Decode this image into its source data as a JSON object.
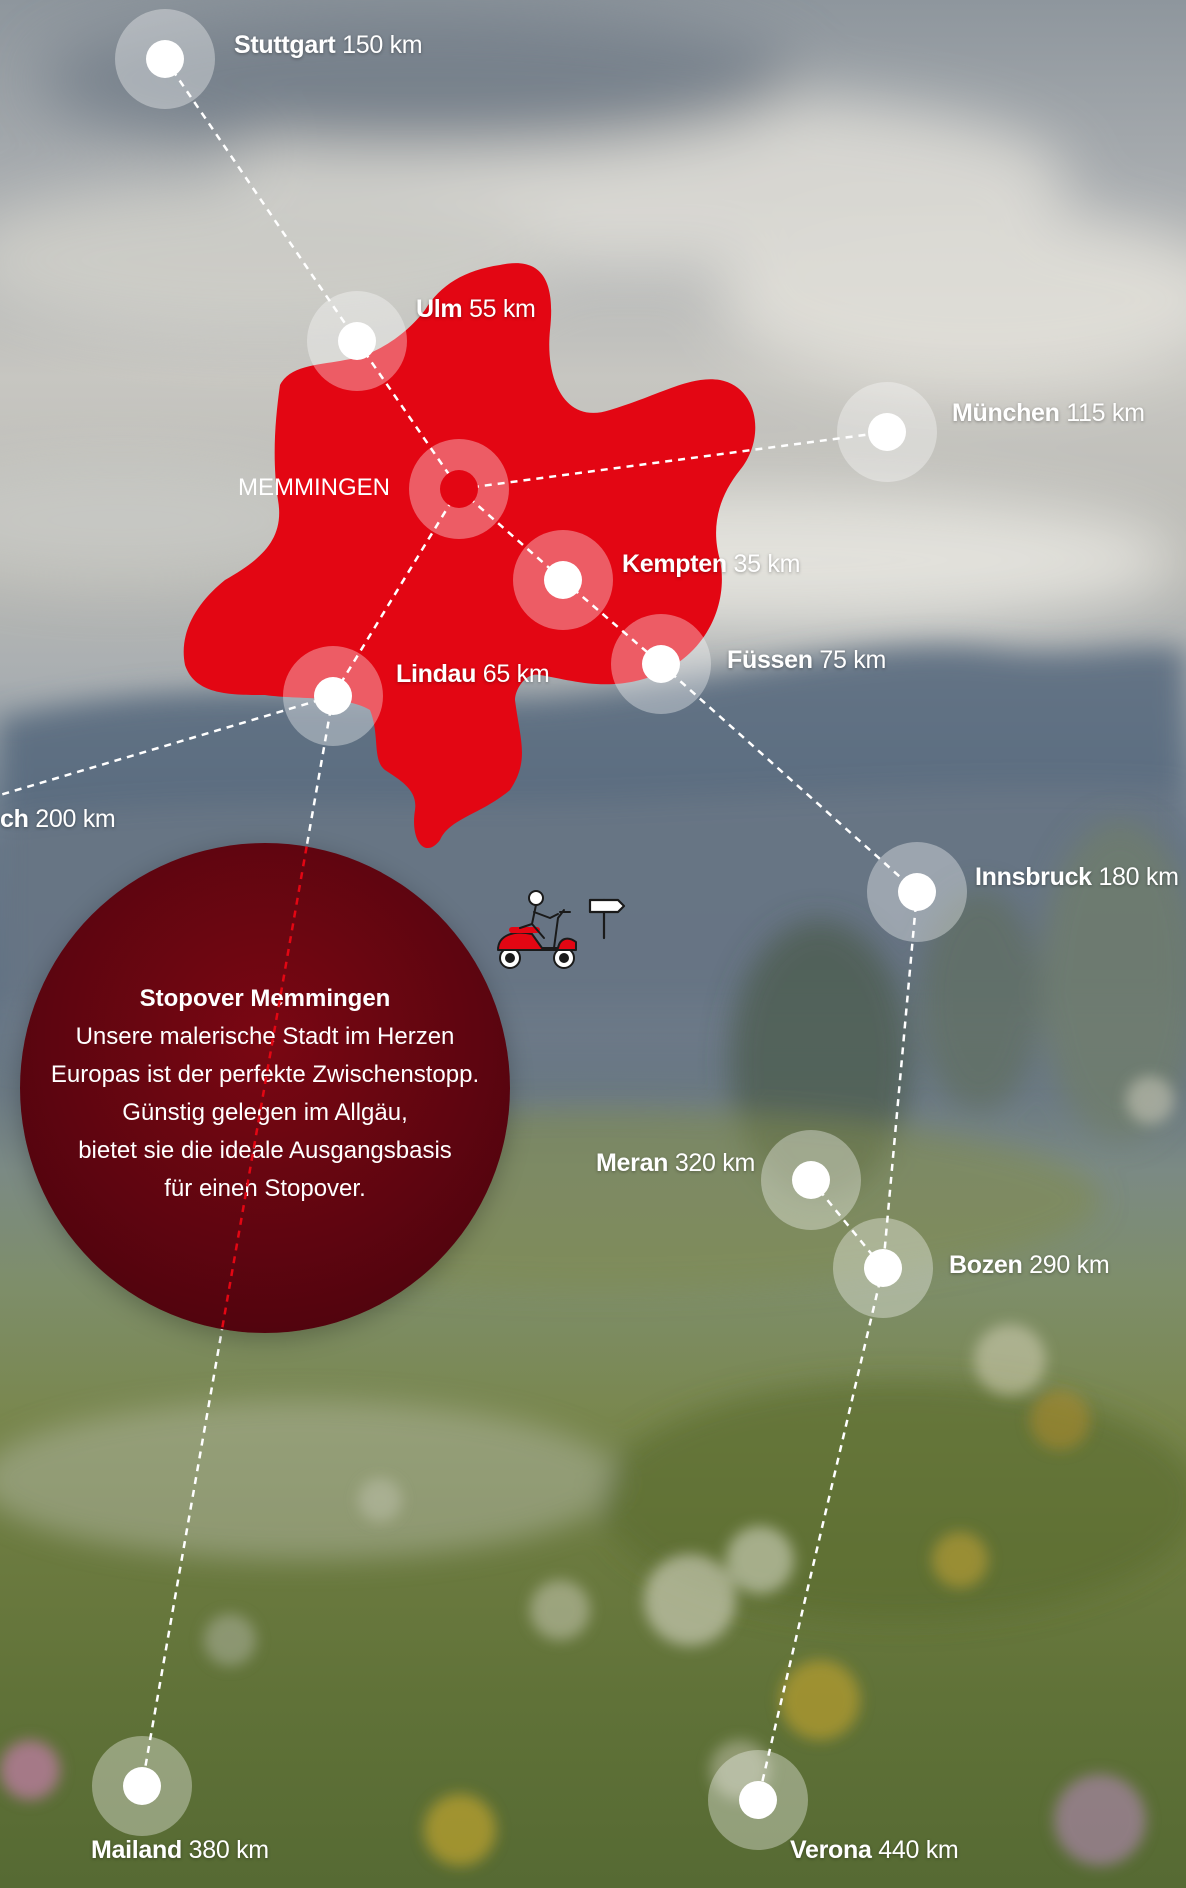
{
  "home": {
    "label": "MEMMINGEN"
  },
  "destinations": [
    {
      "id": "stuttgart",
      "name": "Stuttgart",
      "distance": "150 km"
    },
    {
      "id": "ulm",
      "name": "Ulm",
      "distance": "55 km"
    },
    {
      "id": "muenchen",
      "name": "München",
      "distance": "115 km"
    },
    {
      "id": "kempten",
      "name": "Kempten",
      "distance": "35 km"
    },
    {
      "id": "fuessen",
      "name": "Füssen",
      "distance": "75 km"
    },
    {
      "id": "lindau",
      "name": "Lindau",
      "distance": "65 km"
    },
    {
      "id": "zuerich",
      "name": "ch",
      "distance": "200 km"
    },
    {
      "id": "innsbruck",
      "name": "Innsbruck",
      "distance": "180 km"
    },
    {
      "id": "meran",
      "name": "Meran",
      "distance": "320 km"
    },
    {
      "id": "bozen",
      "name": "Bozen",
      "distance": "290 km"
    },
    {
      "id": "mailand",
      "name": "Mailand",
      "distance": "380 km"
    },
    {
      "id": "verona",
      "name": "Verona",
      "distance": "440 km"
    }
  ],
  "info": {
    "title": "Stopover Memmingen",
    "lines": [
      "Unsere malerische Stadt im Herzen",
      "Europas ist der perfekte Zwischenstopp.",
      "Günstig gelegen im Allgäu,",
      "bietet sie die ideale Ausgangsbasis",
      "für einen Stopover."
    ]
  },
  "icons": [
    "scooter-icon",
    "signpost-icon"
  ],
  "colors": {
    "region": "#e30613",
    "info_circle": "#5e0510",
    "marker": "#ffffff",
    "route_line": "#ffffff"
  }
}
